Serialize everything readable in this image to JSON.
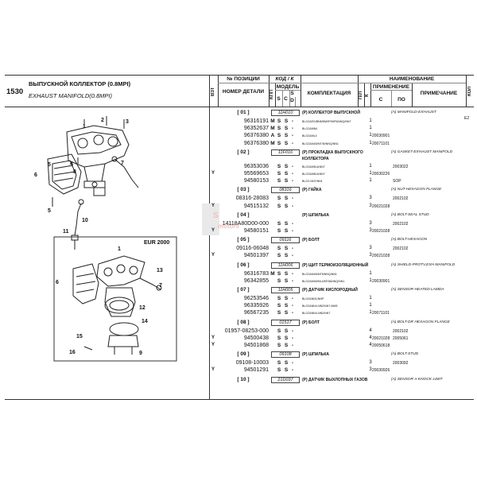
{
  "page": {
    "number": "1530",
    "title_ru": "ВЫПУСКНОЙ КОЛЛЕКТОР (0.8MPI)",
    "title_en": "EXHAUST MANIFOLD(0.8MPI)"
  },
  "header": {
    "vzt": "ВЗТ",
    "position": "№ ПОЗИЦИИ",
    "kod": "КОД / К",
    "part_number": "НОМЕР ДЕТАЛИ",
    "kpp": "КПП",
    "model": "МОДЕЛЬ",
    "s": "S",
    "c": "C",
    "d": "D",
    "komplektaciya": "КОМПЛЕКТАЦИЯ",
    "pl": "П/Л",
    "k": "К",
    "naimenovanie": "НАИМЕНОВАНИЕ",
    "primenenie": "ПРИМЕНЕНИЕ",
    "s_col": "С",
    "po_col": "ПО",
    "primechanie": "ПРИМЕЧАНИЕ",
    "kol": "КОЛ"
  },
  "diagram": {
    "inset_label": "EUR 2000",
    "callouts_main": [
      "2",
      "1",
      "3",
      "8",
      "4",
      "5",
      "6",
      "7",
      "5",
      "10",
      "11"
    ],
    "callouts_inset": [
      "1",
      "6",
      "13",
      "7",
      "12",
      "14",
      "15",
      "16",
      "9"
    ],
    "watermark_1": "S",
    "watermark_2": "motors"
  },
  "groups": [
    {
      "pos": "[ 01 ]",
      "code": "11H010",
      "name_ru": "(Р) КОЛЛЕКТОР ВЫПУСКНОЙ",
      "name_ru2": "",
      "name_en": "(A) MANIFOLD-EXHAUST",
      "note": "E2",
      "rows": [
        {
          "y": "",
          "part": "96316191",
          "kpp": "M",
          "s1": "S",
          "s2": "S",
          "s3": "-",
          "cfg": "BLG2&EG/BNMSM/IP/IMP&NNQ/NN7",
          "qty": "1",
          "date_from": "",
          "date_to": ""
        },
        {
          "y": "",
          "part": "96352637",
          "kpp": "M",
          "s1": "S",
          "s2": "S",
          "s3": "-",
          "cfg": "BLG2&MN4",
          "qty": "1",
          "date_from": "",
          "date_to": ""
        },
        {
          "y": "",
          "part": "96376380",
          "kpp": "A",
          "s1": "S",
          "s2": "S",
          "s3": "-",
          "cfg": "BLG2&ML4",
          "qty": "1",
          "date_from": "20030901",
          "date_to": ""
        },
        {
          "y": "",
          "part": "96376380",
          "kpp": "M",
          "s1": "S",
          "s2": "S",
          "s3": "-",
          "cfg": "BLG2&M45/MT/M/NNQ/NN1",
          "qty": "1",
          "date_from": "20071101",
          "date_to": ""
        }
      ]
    },
    {
      "pos": "[ 02 ]",
      "code": "11F016",
      "name_ru": "(Р) ПРОКЛАДКА ВЫПУСКНОГО",
      "name_ru2": "КОЛЛЕКТОРА",
      "name_en": "(A) GASKET-EXHAUST MANIFOLD",
      "note": "",
      "rows": [
        {
          "y": "",
          "part": "96353036",
          "kpp": "",
          "s1": "S",
          "s2": "S",
          "s3": "-",
          "cfg": "BLG2&MN1&NN7",
          "qty": "1",
          "date_from": "",
          "date_to": "2003022"
        },
        {
          "y": "Y",
          "part": "95569653",
          "kpp": "",
          "s1": "S",
          "s2": "S",
          "s3": "-",
          "cfg": "BLG2&MN1&NN7",
          "qty": "1",
          "date_from": "20030226",
          "date_to": ""
        },
        {
          "y": "",
          "part": "94580153",
          "kpp": "",
          "s1": "S",
          "s2": "S",
          "s3": "-",
          "cfg": "BLG2-NN7/NN1",
          "qty": "1",
          "date_from": "",
          "date_to": "SOP"
        }
      ]
    },
    {
      "pos": "[ 03 ]",
      "code": "08316",
      "name_ru": "(Р) ГАЙКА",
      "name_ru2": "",
      "name_en": "(A) NUT-HEXAGON FLANGE",
      "note": "",
      "rows": [
        {
          "y": "",
          "part": "08316-28083",
          "kpp": "",
          "s1": "S",
          "s2": "S",
          "s3": "-",
          "cfg": "",
          "qty": "3",
          "date_from": "",
          "date_to": "2002102"
        },
        {
          "y": "Y",
          "part": "94515132",
          "kpp": "",
          "s1": "S",
          "s2": "S",
          "s3": "-",
          "cfg": "",
          "qty": "3",
          "date_from": "20021028",
          "date_to": ""
        }
      ]
    },
    {
      "pos": "[ 04 ]",
      "code": "",
      "name_ru": "(Р) ШПИЛЬКА",
      "name_ru2": "",
      "name_en": "(A) BOLT-SEAL STUD",
      "note": "",
      "rows": [
        {
          "y": "",
          "part": "14118A80D00-000",
          "kpp": "",
          "s1": "S",
          "s2": "S",
          "s3": "-",
          "cfg": "",
          "qty": "3",
          "date_from": "",
          "date_to": "2002102"
        },
        {
          "y": "Y",
          "part": "94580151",
          "kpp": "",
          "s1": "S",
          "s2": "S",
          "s3": "-",
          "cfg": "",
          "qty": "3",
          "date_from": "20021028",
          "date_to": ""
        }
      ]
    },
    {
      "pos": "[ 05 ]",
      "code": "09116",
      "name_ru": "(Р) БОЛТ",
      "name_ru2": "",
      "name_en": "(A) BOLT-HEXAGON",
      "note": "",
      "rows": [
        {
          "y": "",
          "part": "09116-06048",
          "kpp": "",
          "s1": "S",
          "s2": "S",
          "s3": "-",
          "cfg": "",
          "qty": "3",
          "date_from": "",
          "date_to": "2002102"
        },
        {
          "y": "Y",
          "part": "94501397",
          "kpp": "",
          "s1": "S",
          "s2": "S",
          "s3": "-",
          "cfg": "",
          "qty": "3",
          "date_from": "20021028",
          "date_to": ""
        }
      ]
    },
    {
      "pos": "[ 06 ]",
      "code": "11H006",
      "name_ru": "(Р) ЩИТ ТЕРМОИЗОЛЯЦИОННЫЙ",
      "name_ru2": "",
      "name_en": "(A) SHIELD-PROTV,EXH MANIFOLD",
      "note": "",
      "rows": [
        {
          "y": "",
          "part": "96316783",
          "kpp": "M",
          "s1": "S",
          "s2": "S",
          "s3": "-",
          "cfg": "BLG2&M45/MT8/NNQ/NN1",
          "qty": "1",
          "date_from": "",
          "date_to": ""
        },
        {
          "y": "",
          "part": "96342855",
          "kpp": "",
          "s1": "S",
          "s2": "S",
          "s3": "-",
          "cfg": "BLG2&M45/ML4/MT8&NNQ/NN1",
          "qty": "1",
          "date_from": "20030901",
          "date_to": ""
        }
      ]
    },
    {
      "pos": "[ 07 ]",
      "code": "11H005",
      "name_ru": "(Р) ДАТЧИК КИСЛОРОДНЫЙ",
      "name_ru2": "",
      "name_en": "(A) SENSOR-HEATED LAMDA",
      "note": "",
      "rows": [
        {
          "y": "",
          "part": "96253546",
          "kpp": "",
          "s1": "S",
          "s2": "S",
          "s3": "-",
          "cfg": "BLG2&NN1/NNP",
          "qty": "1",
          "date_from": "",
          "date_to": ""
        },
        {
          "y": "",
          "part": "96335926",
          "kpp": "",
          "s1": "S",
          "s2": "S",
          "s3": "-",
          "cfg": "BLG2&NN4-NN2/NN7-MM5",
          "qty": "1",
          "date_from": "",
          "date_to": ""
        },
        {
          "y": "",
          "part": "96567235",
          "kpp": "",
          "s1": "S",
          "s2": "S",
          "s3": "-",
          "cfg": "BLG2&NN4-NN2/NN7",
          "qty": "1",
          "date_from": "20071101",
          "date_to": ""
        }
      ]
    },
    {
      "pos": "[ 08 ]",
      "code": "01517",
      "name_ru": "(Р) БОЛТ",
      "name_ru2": "",
      "name_en": "(A) BOLT-DR HEXAGON FLANGE",
      "note": "",
      "rows": [
        {
          "y": "",
          "part": "01957-08253-000",
          "kpp": "",
          "s1": "S",
          "s2": "S",
          "s3": "-",
          "cfg": "",
          "qty": "4",
          "date_from": "",
          "date_to": "2002102"
        },
        {
          "y": "Y",
          "part": "94500438",
          "kpp": "",
          "s1": "S",
          "s2": "S",
          "s3": "-",
          "cfg": "",
          "qty": "4",
          "date_from": "20021028",
          "date_to": "2005061"
        },
        {
          "y": "Y",
          "part": "94501868",
          "kpp": "",
          "s1": "S",
          "s2": "S",
          "s3": "-",
          "cfg": "",
          "qty": "4",
          "date_from": "20050618",
          "date_to": ""
        }
      ]
    },
    {
      "pos": "[ 09 ]",
      "code": "09108",
      "name_ru": "(Р) ШПИЛЬКА",
      "name_ru2": "",
      "name_en": "(A) BOLT-STUD",
      "note": "",
      "rows": [
        {
          "y": "",
          "part": "09108-10003",
          "kpp": "",
          "s1": "S",
          "s2": "S",
          "s3": "-",
          "cfg": "",
          "qty": "3",
          "date_from": "",
          "date_to": "2003092"
        },
        {
          "y": "Y",
          "part": "94501291",
          "kpp": "",
          "s1": "S",
          "s2": "S",
          "s3": "-",
          "cfg": "",
          "qty": "3",
          "date_from": "20030926",
          "date_to": ""
        }
      ]
    },
    {
      "pos": "[ 10 ]",
      "code": "21D037",
      "name_ru": "(Р) ДАТЧИК ВЫХЛОПНЫХ ГАЗОВ",
      "name_ru2": "",
      "name_en": "(A) SENSOR A-KNOCK LIMIT",
      "note": "",
      "rows": []
    }
  ]
}
